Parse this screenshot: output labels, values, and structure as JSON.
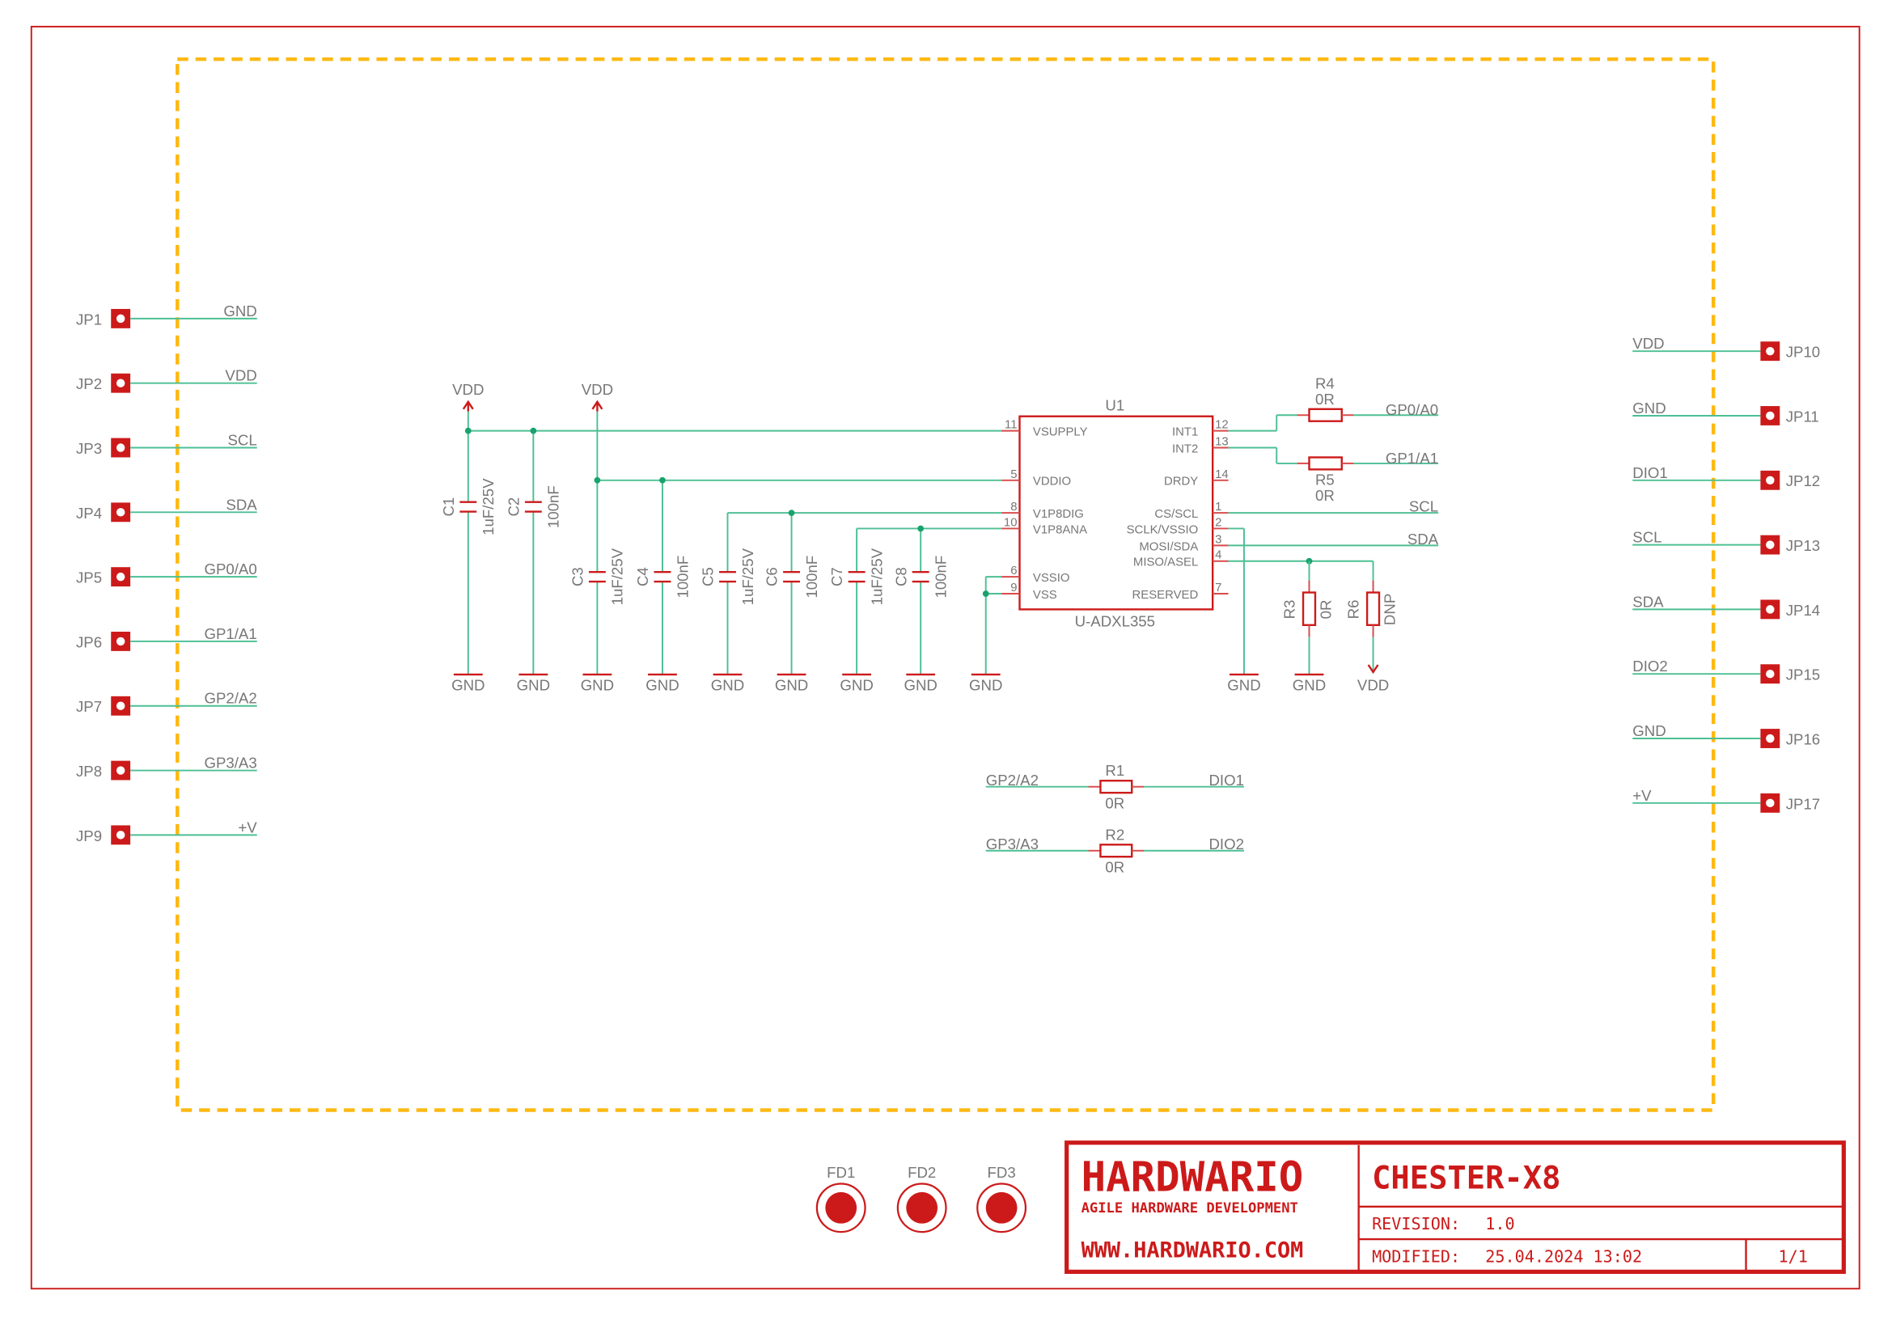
{
  "colors": {
    "symbol": "#cc1a1a",
    "net": "#4cbf94",
    "frame_dash": "#fdb913",
    "text": "#777777"
  },
  "left_connectors": [
    {
      "id": "JP1",
      "net": "GND"
    },
    {
      "id": "JP2",
      "net": "VDD"
    },
    {
      "id": "JP3",
      "net": "SCL"
    },
    {
      "id": "JP4",
      "net": "SDA"
    },
    {
      "id": "JP5",
      "net": "GP0/A0"
    },
    {
      "id": "JP6",
      "net": "GP1/A1"
    },
    {
      "id": "JP7",
      "net": "GP2/A2"
    },
    {
      "id": "JP8",
      "net": "GP3/A3"
    },
    {
      "id": "JP9",
      "net": "+V"
    }
  ],
  "right_connectors": [
    {
      "id": "JP10",
      "net": "VDD"
    },
    {
      "id": "JP11",
      "net": "GND"
    },
    {
      "id": "JP12",
      "net": "DIO1"
    },
    {
      "id": "JP13",
      "net": "SCL"
    },
    {
      "id": "JP14",
      "net": "SDA"
    },
    {
      "id": "JP15",
      "net": "DIO2"
    },
    {
      "id": "JP16",
      "net": "GND"
    },
    {
      "id": "JP17",
      "net": "+V"
    }
  ],
  "power": {
    "vdd": "VDD",
    "gnd": "GND"
  },
  "capacitors": [
    {
      "ref": "C1",
      "value": "1uF/25V"
    },
    {
      "ref": "C2",
      "value": "100nF"
    },
    {
      "ref": "C3",
      "value": "1uF/25V"
    },
    {
      "ref": "C4",
      "value": "100nF"
    },
    {
      "ref": "C5",
      "value": "1uF/25V"
    },
    {
      "ref": "C6",
      "value": "100nF"
    },
    {
      "ref": "C7",
      "value": "1uF/25V"
    },
    {
      "ref": "C8",
      "value": "100nF"
    }
  ],
  "u1": {
    "ref": "U1",
    "part": "U-ADXL355",
    "left_pins": [
      {
        "num": "11",
        "name": "VSUPPLY"
      },
      {
        "num": "5",
        "name": "VDDIO"
      },
      {
        "num": "8",
        "name": "V1P8DIG"
      },
      {
        "num": "10",
        "name": "V1P8ANA"
      },
      {
        "num": "6",
        "name": "VSSIO"
      },
      {
        "num": "9",
        "name": "VSS"
      }
    ],
    "right_pins": [
      {
        "num": "12",
        "name": "INT1"
      },
      {
        "num": "13",
        "name": "INT2"
      },
      {
        "num": "14",
        "name": "DRDY"
      },
      {
        "num": "1",
        "name": "CS/SCL"
      },
      {
        "num": "2",
        "name": "SCLK/VSSIO"
      },
      {
        "num": "3",
        "name": "MOSI/SDA"
      },
      {
        "num": "4",
        "name": "MISO/ASEL"
      },
      {
        "num": "7",
        "name": "RESERVED"
      }
    ]
  },
  "resistors": {
    "R1": {
      "ref": "R1",
      "value": "0R"
    },
    "R2": {
      "ref": "R2",
      "value": "0R"
    },
    "R3": {
      "ref": "R3",
      "value": "0R"
    },
    "R4": {
      "ref": "R4",
      "value": "0R"
    },
    "R5": {
      "ref": "R5",
      "value": "0R"
    },
    "R6": {
      "ref": "R6",
      "value": "DNP"
    }
  },
  "net_labels": {
    "gp0": "GP0/A0",
    "gp1": "GP1/A1",
    "scl": "SCL",
    "sda": "SDA",
    "gp2": "GP2/A2",
    "gp3": "GP3/A3",
    "dio1": "DIO1",
    "dio2": "DIO2"
  },
  "fiducials": [
    "FD1",
    "FD2",
    "FD3"
  ],
  "title_block": {
    "logo": "HARDWARIO",
    "tagline": "AGILE HARDWARE DEVELOPMENT",
    "website": "WWW.HARDWARIO.COM",
    "title": "CHESTER-X8",
    "revision_label": "REVISION:",
    "revision": "1.0",
    "modified_label": "MODIFIED:",
    "modified": "25.04.2024 13:02",
    "sheet": "1/1"
  }
}
